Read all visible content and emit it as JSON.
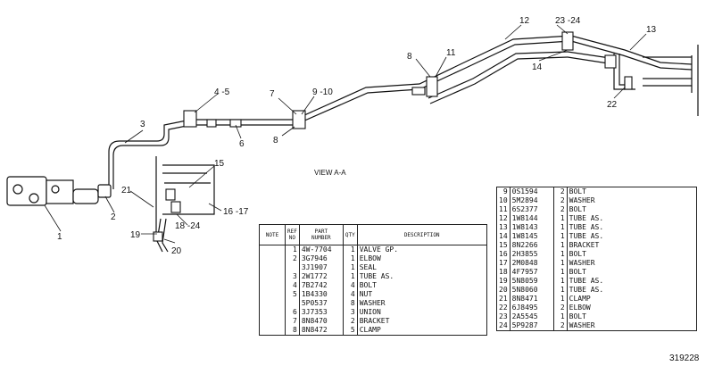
{
  "view_label": "VIEW  A-A",
  "figure_number": "319228",
  "callouts": {
    "c1": "1",
    "c2": "2",
    "c3": "3",
    "c4_5": "4 -5",
    "c6": "6",
    "c7": "7",
    "c8a": "8",
    "c8b": "8",
    "c9_10": "9 -10",
    "c11": "11",
    "c12": "12",
    "c13": "13",
    "c14": "14",
    "c15": "15",
    "c16_17": "16 -17",
    "c18_24": "18 -24",
    "c19": "19",
    "c20": "20",
    "c21": "21",
    "c22": "22",
    "c23_24": "23 -24"
  },
  "table_headers": {
    "note": "NOTE",
    "ref_no": "REF\nNO",
    "part_number": "PART\nNUMBER",
    "qty": "QTY",
    "description": "DESCRIPTION"
  },
  "parts_left": [
    {
      "note": "",
      "ref": "1",
      "part": "4W-7704",
      "qty": "1",
      "desc": "VALVE  GP."
    },
    {
      "note": "",
      "ref": "2",
      "part": "3G7946",
      "qty": "1",
      "desc": "ELBOW"
    },
    {
      "note": "",
      "ref": "",
      "part": "3J1907",
      "qty": "1",
      "desc": "SEAL"
    },
    {
      "note": "",
      "ref": "3",
      "part": "2W1772",
      "qty": "1",
      "desc": "TUBE  AS."
    },
    {
      "note": "",
      "ref": "4",
      "part": "7B2742",
      "qty": "4",
      "desc": "BOLT"
    },
    {
      "note": "",
      "ref": "5",
      "part": "1B4330",
      "qty": "4",
      "desc": "NUT"
    },
    {
      "note": "",
      "ref": "",
      "part": "5P0537",
      "qty": "8",
      "desc": "WASHER"
    },
    {
      "note": "",
      "ref": "6",
      "part": "3J7353",
      "qty": "3",
      "desc": "UNION"
    },
    {
      "note": "",
      "ref": "7",
      "part": "8N8470",
      "qty": "2",
      "desc": "BRACKET"
    },
    {
      "note": "",
      "ref": "8",
      "part": "8N8472",
      "qty": "5",
      "desc": "CLAMP"
    }
  ],
  "parts_right": [
    {
      "ref": "9",
      "part": "0S1594",
      "qty": "2",
      "desc": "BOLT"
    },
    {
      "ref": "10",
      "part": "5M2894",
      "qty": "2",
      "desc": "WASHER"
    },
    {
      "ref": "11",
      "part": "6S2377",
      "qty": "2",
      "desc": "BOLT"
    },
    {
      "ref": "12",
      "part": "1W8144",
      "qty": "1",
      "desc": "TUBE  AS."
    },
    {
      "ref": "13",
      "part": "1W8143",
      "qty": "1",
      "desc": "TUBE  AS."
    },
    {
      "ref": "14",
      "part": "1W8145",
      "qty": "1",
      "desc": "TUBE  AS."
    },
    {
      "ref": "15",
      "part": "8N2266",
      "qty": "1",
      "desc": "BRACKET"
    },
    {
      "ref": "16",
      "part": "2H3855",
      "qty": "1",
      "desc": "BOLT"
    },
    {
      "ref": "17",
      "part": "2M0848",
      "qty": "1",
      "desc": "WASHER"
    },
    {
      "ref": "18",
      "part": "4F7957",
      "qty": "1",
      "desc": "BOLT"
    },
    {
      "ref": "19",
      "part": "5N8059",
      "qty": "1",
      "desc": "TUBE  AS."
    },
    {
      "ref": "20",
      "part": "5N8060",
      "qty": "1",
      "desc": "TUBE  AS."
    },
    {
      "ref": "21",
      "part": "8N8471",
      "qty": "1",
      "desc": "CLAMP"
    },
    {
      "ref": "22",
      "part": "6J8495",
      "qty": "2",
      "desc": "ELBOW"
    },
    {
      "ref": "23",
      "part": "2A5545",
      "qty": "1",
      "desc": "BOLT"
    },
    {
      "ref": "24",
      "part": "5P9287",
      "qty": "2",
      "desc": "WASHER"
    }
  ]
}
